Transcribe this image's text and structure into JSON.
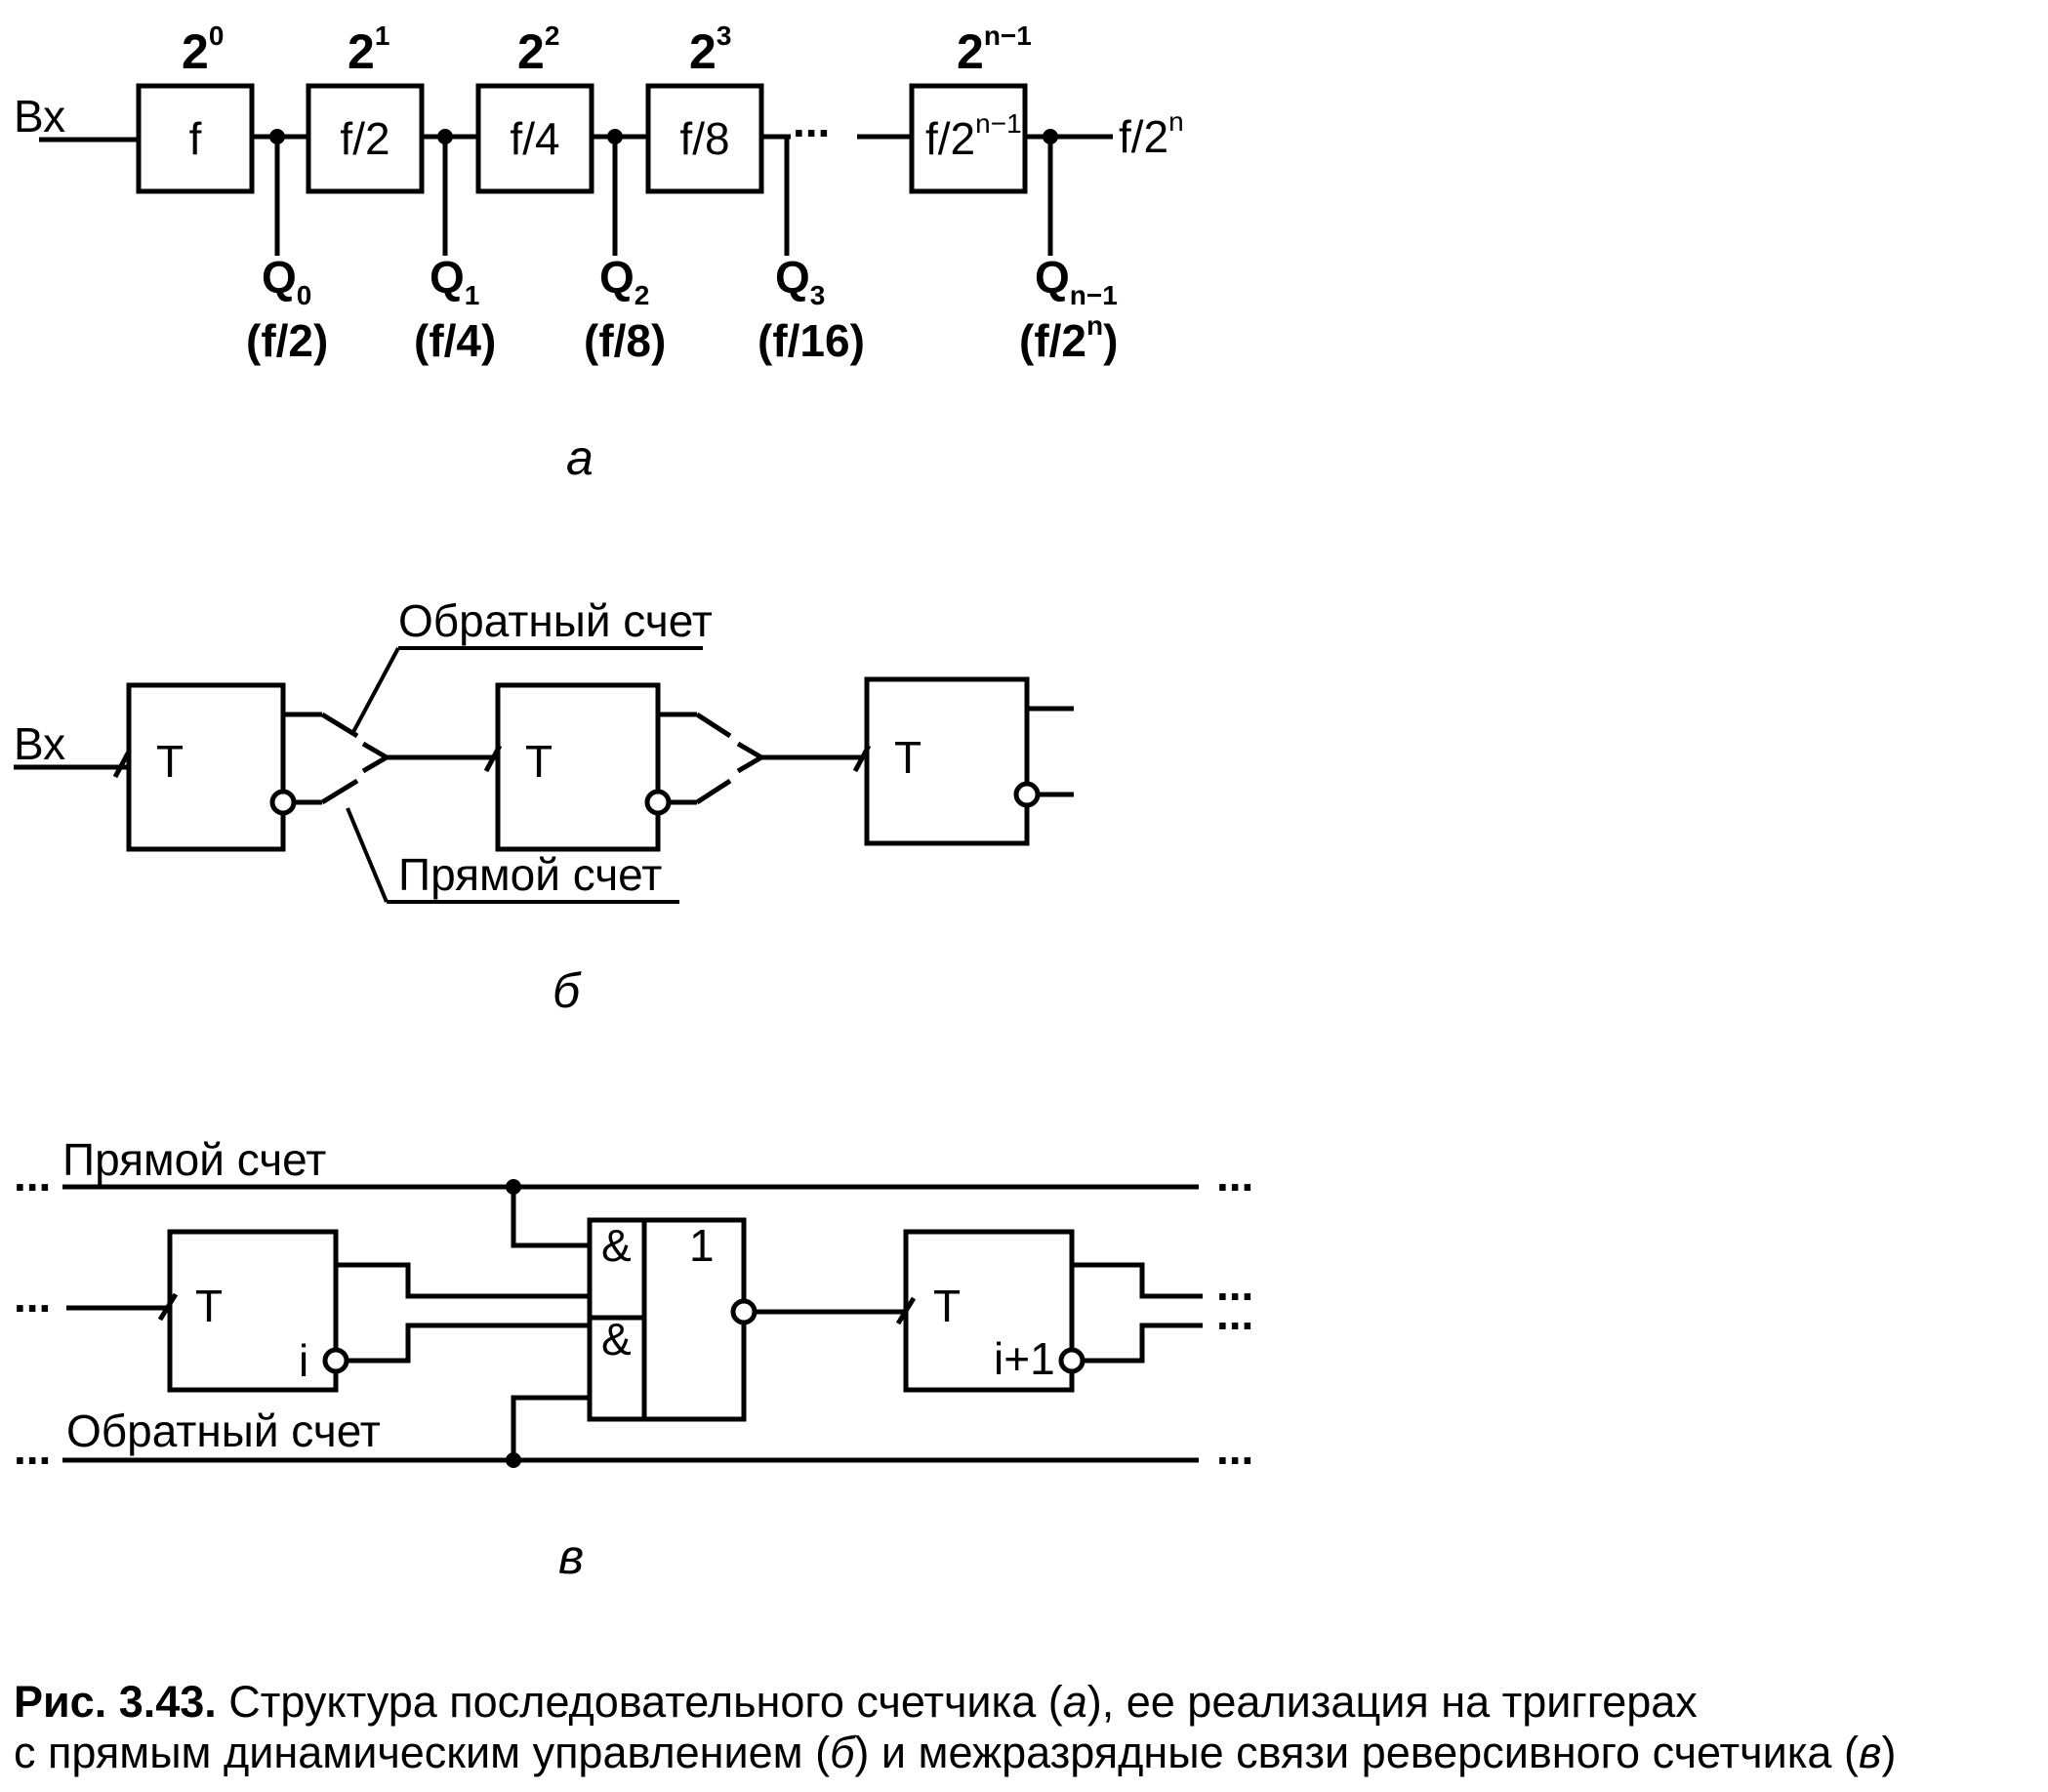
{
  "a": {
    "input_label": "Вх",
    "powers": [
      {
        "base": "2",
        "exp": "0"
      },
      {
        "base": "2",
        "exp": "1"
      },
      {
        "base": "2",
        "exp": "2"
      },
      {
        "base": "2",
        "exp": "3"
      },
      {
        "base": "2",
        "exp": "n−1"
      }
    ],
    "blocks": [
      {
        "text": "f",
        "sup": ""
      },
      {
        "text": "f/2",
        "sup": ""
      },
      {
        "text": "f/4",
        "sup": ""
      },
      {
        "text": "f/8",
        "sup": ""
      },
      {
        "text": "f/2",
        "sup": "n−1"
      }
    ],
    "dots": "...",
    "output": {
      "text": "f/2",
      "sup": "n"
    },
    "outputs": [
      {
        "q": "Q",
        "sub": "0",
        "freq": "(f/2)",
        "freq_sup": ""
      },
      {
        "q": "Q",
        "sub": "1",
        "freq": "(f/4)",
        "freq_sup": ""
      },
      {
        "q": "Q",
        "sub": "2",
        "freq": "(f/8)",
        "freq_sup": ""
      },
      {
        "q": "Q",
        "sub": "3",
        "freq": "(f/16)",
        "freq_sup": ""
      },
      {
        "q": "Q",
        "sub": "n−1",
        "freq_pre": "(f/2",
        "freq_sup": "n",
        "freq_post": ")"
      }
    ],
    "label": "а"
  },
  "b": {
    "input_label": "Вх",
    "trigger_label": "T",
    "reverse_count": "Обратный счет",
    "forward_count": "Прямой счет",
    "label": "б"
  },
  "c": {
    "forward_count": "Прямой счет",
    "reverse_count": "Обратный счет",
    "trigger_label": "T",
    "trigger_i": "i",
    "trigger_i1": "i+1",
    "and_label": "&",
    "or_label": "1",
    "dots": "...",
    "label": "в"
  },
  "caption": {
    "bold": "Рис. 3.43.",
    "line1_a": " Структура последовательного счетчика (",
    "line1_i": "а",
    "line1_b": "), ее реализация на триггерах",
    "line2_a": "с прямым динамическим управлением (",
    "line2_i": "б",
    "line2_b": ") и межразрядные связи реверсивного счетчика (",
    "line2_i2": "в",
    "line2_c": ")"
  }
}
